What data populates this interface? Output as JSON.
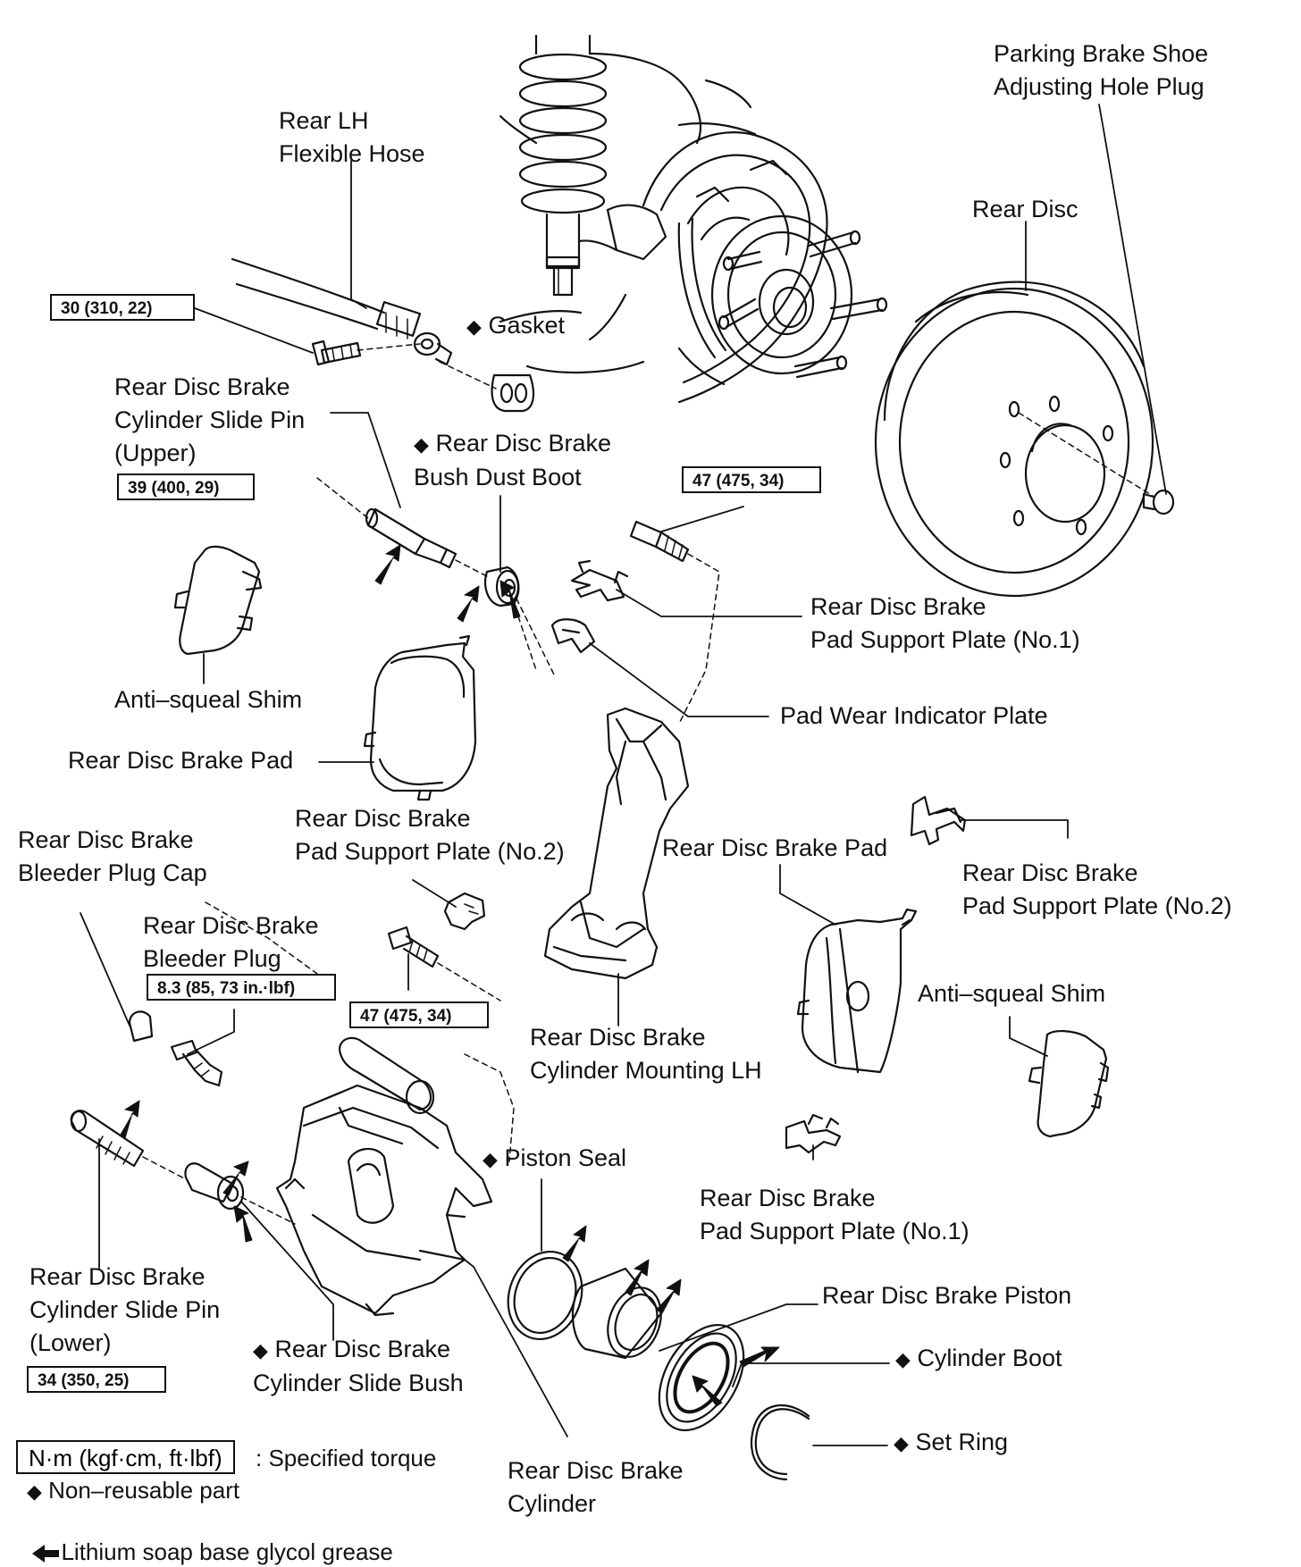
{
  "labels": {
    "parking_plug": "Parking Brake Shoe\nAdjusting Hole Plug",
    "rear_lh_hose": "Rear LH\nFlexible Hose",
    "rear_disc": "Rear Disc",
    "gasket": "Gasket",
    "slide_pin_upper": "Rear Disc Brake\nCylinder Slide Pin\n(Upper)",
    "bush_dust_boot": "Rear Disc Brake\nBush Dust Boot",
    "pad_support_no1_top": "Rear Disc Brake\nPad Support Plate (No.1)",
    "pad_wear_indicator": "Pad Wear Indicator Plate",
    "anti_squeal_left": "Anti–squeal Shim",
    "brake_pad_left": "Rear Disc Brake Pad",
    "pad_support_no2_mid": "Rear Disc Brake\nPad Support Plate (No.2)",
    "brake_pad_right": "Rear Disc Brake Pad",
    "pad_support_no2_right": "Rear Disc Brake\nPad Support Plate (No.2)",
    "bleeder_cap": "Rear Disc Brake\nBleeder Plug Cap",
    "bleeder_plug": "Rear Disc Brake\nBleeder Plug",
    "cylinder_mounting": "Rear Disc Brake\nCylinder Mounting LH",
    "anti_squeal_right": "Anti–squeal Shim",
    "piston_seal": "Piston Seal",
    "pad_support_no1_bottom": "Rear Disc Brake\nPad Support Plate (No.1)",
    "slide_pin_lower": "Rear Disc Brake\nCylinder Slide Pin\n(Lower)",
    "piston": "Rear Disc Brake Piston",
    "slide_bush": "Rear Disc Brake\nCylinder Slide Bush",
    "cylinder_boot": "Cylinder Boot",
    "set_ring": "Set Ring",
    "cylinder": "Rear Disc Brake\nCylinder"
  },
  "torques": {
    "hose_bolt": "30 (310, 22)",
    "slide_pin_upper": "39 (400, 29)",
    "mounting_bolt_top": "47 (475, 34)",
    "bleeder_plug": "8.3 (85, 73 in.·lbf)",
    "mounting_bolt_mid": "47 (475, 34)",
    "slide_pin_lower": "34 (350, 25)"
  },
  "legend": {
    "torque_units": "N·m (kgf·cm, ft·lbf)",
    "torque_desc": ": Specified torque",
    "non_reusable": "Non–reusable part",
    "grease": "Lithium soap base glycol grease"
  },
  "symbols": {
    "diamond": "◆",
    "grease_arrow": "arrow-left-icon"
  }
}
